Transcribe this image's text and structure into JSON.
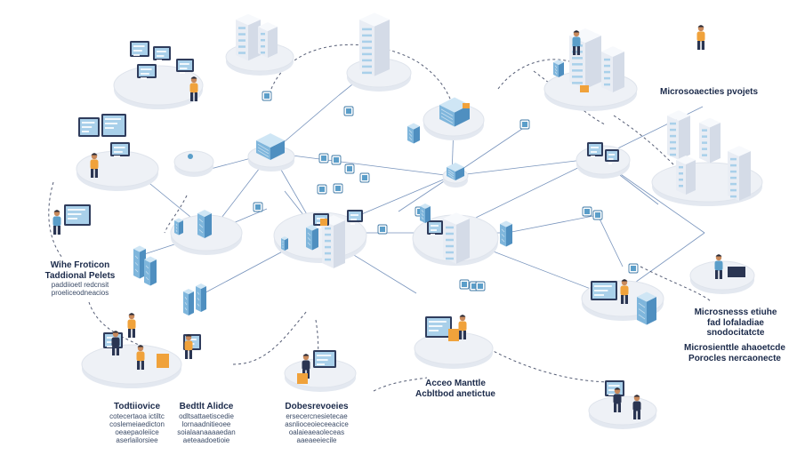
{
  "colors": {
    "accent": "#5b9ec9",
    "accent_light": "#a9d0ea",
    "accent_dark": "#3f79a6",
    "orange": "#f0a23b",
    "navy": "#2a3552",
    "platform": "#eef1f6",
    "line": "#4a6fa5"
  },
  "labels": {
    "microservices_title": "Microsoaecties pvojets",
    "left_block": {
      "line1": "Wihe Froticon",
      "line2": "Taddional Pelets",
      "line3": "paddiioetl redcnsit",
      "line4": "proeliceodneacios"
    },
    "right_block_1": {
      "line1": "Microsnesss etiuhe",
      "line2": "fad lofaladiae",
      "line3": "snodocitatcte"
    },
    "right_block_2": {
      "line1": "Microsienttle ahaoetcde",
      "line2": "Porocles nercaonecte"
    },
    "bottom_1": {
      "title": "Todtiiovice",
      "line1": "cotecertaoa ictiltc",
      "line2": "coslemeiaedicton",
      "line3": "oeaepaoleiice",
      "line4": "aserlailorsiee"
    },
    "bottom_2": {
      "title": "Bedtlt Alidce",
      "line1": "odltsattaetiscedie",
      "line2": "lornaadnitieoee",
      "line3": "soialaanaaaaedan",
      "line4": "aeteaadoetioie"
    },
    "bottom_3": {
      "title": "Dobesrevoeies",
      "line1": "ersecercnesietecae",
      "line2": "asnlioceoieceeacice",
      "line3": "oalaieaeaoleceas",
      "line4": "aaeaeeiecile"
    },
    "bottom_center": {
      "line1": "Acceo Manttle",
      "line2": "Acbltbod anetictue"
    }
  }
}
